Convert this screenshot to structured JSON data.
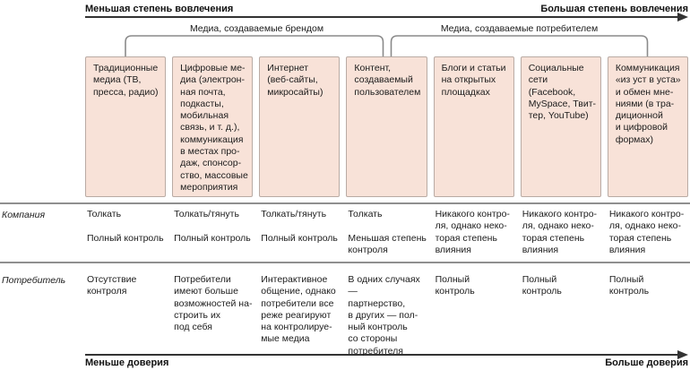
{
  "top_axis": {
    "left": "Меньшая степень вовлечения",
    "right": "Большая степень вовлечения"
  },
  "bottom_axis": {
    "left": "Меньше доверия",
    "right": "Больше доверия"
  },
  "groups": [
    {
      "label": "Медиа, создаваемые брендом"
    },
    {
      "label": "Медиа, создаваемые потребителем"
    }
  ],
  "rows": {
    "company_label": "Компания",
    "consumer_label": "Потребитель"
  },
  "columns": [
    {
      "box": "Традиционные\nмедиа (ТВ,\nпресса, радио)",
      "company": "Толкать\n\nПолный контроль",
      "consumer": "Отсутствие\nконтроля"
    },
    {
      "box": "Цифровые ме-\nдиа (электрон-\nная почта,\nподкасты,\nмобильная\nсвязь, и т. д.),\nкоммуникация\nв местах про-\nдаж, спонсор-\nство, массовые\nмероприятия",
      "company": "Толкать/тянуть\n\nПолный контроль",
      "consumer": "Потребители\nимеют больше\nвозможностей на-\nстроить их\nпод себя"
    },
    {
      "box": "Интернет\n(веб-сайты,\nмикросайты)",
      "company": "Толкать/тянуть\n\nПолный контроль",
      "consumer": "Интерактивное\nобщение, однако\nпотребители все\nреже реагируют\nна контролируе-\nмые медиа"
    },
    {
      "box": "Контент,\nсоздаваемый\nпользователем",
      "company": "Толкать\n\nМеньшая степень\nконтроля",
      "consumer": "В одних случаях —\nпартнерство,\nв других — пол-\nный контроль\nсо стороны\nпотребителя"
    },
    {
      "box": "Блоги и статьи\nна открытых\nплощадках",
      "company": "Никакого контро-\nля, однако неко-\nторая степень\nвлияния",
      "consumer": "Полный\nконтроль"
    },
    {
      "box": "Социальные\nсети\n(Facebook,\nMySpace, Твит-\nтер, YouTube)",
      "company": "Никакого контро-\nля, однако неко-\nторая степень\nвлияния",
      "consumer": "Полный\nконтроль"
    },
    {
      "box": "Коммуникация\n«из уст в уста»\nи обмен мне-\nниями (в тра-\nдиционной\nи цифровой\nформах)",
      "company": "Никакого контро-\nля, однако неко-\nторая степень\nвлияния",
      "consumer": "Полный\nконтроль"
    }
  ],
  "colors": {
    "box_fill": "#f8e2d8",
    "box_border": "#b9aba4",
    "axis_line": "#333333",
    "divider_line": "#8f8f8f",
    "bracket_line": "#8a8a8a"
  }
}
